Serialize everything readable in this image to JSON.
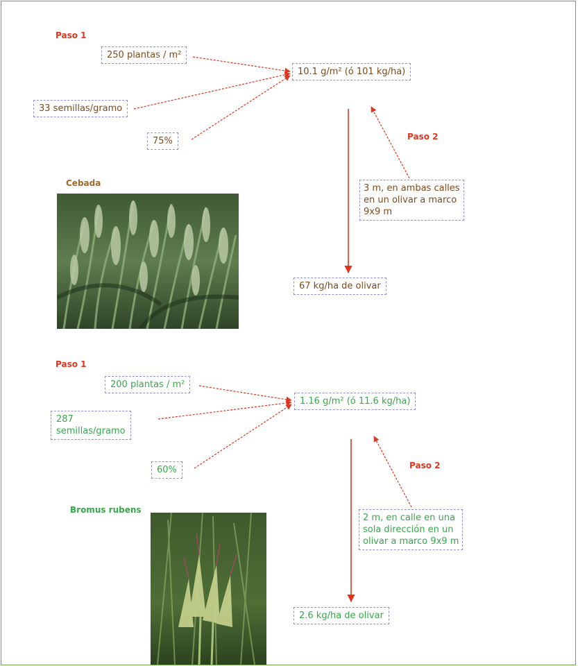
{
  "colors": {
    "step_label": "#e0341c",
    "barley_text": "#7d4a1e",
    "bromus_text": "#35a84a",
    "box_border": "#8f8fe0",
    "arrow": "#e0341c",
    "frame": "#6fa04a"
  },
  "barley": {
    "step1": "Paso 1",
    "plants": "250 plantas / m²",
    "seeds": "33 semillas/gramo",
    "germination": "75%",
    "result": "10.1 g/m² (ó 101 kg/ha)",
    "step2": "Paso 2",
    "strip_line1": "3 m, en ambas calles",
    "strip_line2": "en un olivar a marco",
    "strip_line3": "9x9 m",
    "final": "67 kg/ha de olivar",
    "plant_name": "Cebada"
  },
  "bromus": {
    "step1": "Paso 1",
    "plants": "200 plantas / m²",
    "seeds_line1": "287",
    "seeds_line2": "semillas/gramo",
    "germination": "60%",
    "result": "1.16 g/m² (ó 11.6 kg/ha)",
    "step2": "Paso 2",
    "strip_line1": "2 m, en calle en una",
    "strip_line2": "sola dirección en un",
    "strip_line3": "olivar a marco 9x9 m",
    "final": "2.6 kg/ha de olivar",
    "plant_name": "Bromus rubens"
  }
}
